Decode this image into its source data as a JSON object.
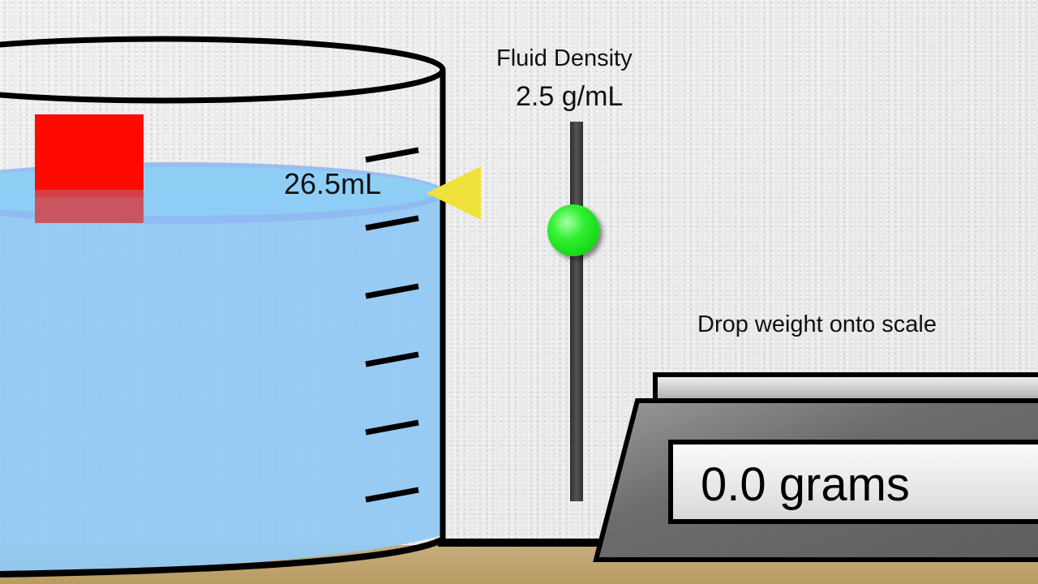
{
  "beaker": {
    "volume_label": "26.5mL",
    "tick_count": 6,
    "liquid_color": "#8fc8f4",
    "indicator_color": "#f0e23a"
  },
  "block": {
    "color": "#ff0a00"
  },
  "density_slider": {
    "title": "Fluid Density",
    "value_label": "2.5 g/mL",
    "knob_color": "#22e622"
  },
  "scale": {
    "instruction": "Drop weight onto scale",
    "reading": "0.0 grams"
  }
}
